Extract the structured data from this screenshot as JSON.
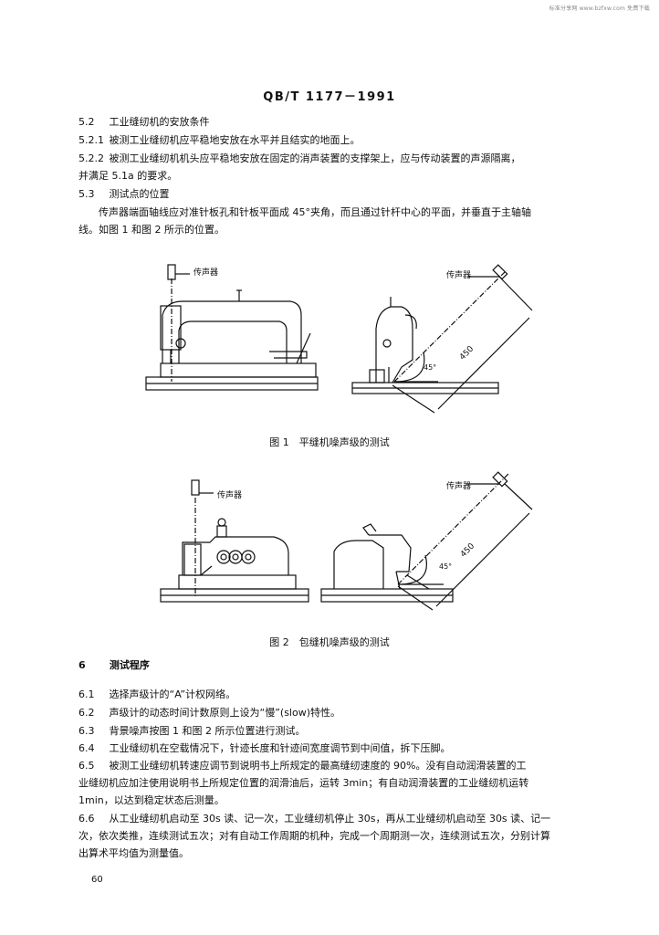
{
  "watermark": "标准分享网 www.bzfxw.com 免费下载",
  "header": "QB/T 1177－1991",
  "paragraphs": {
    "p52": {
      "num": "5.2",
      "text": "工业缝纫机的安放条件"
    },
    "p521": {
      "num": "5.2.1",
      "text": "被测工业缝纫机应平稳地安放在水平并且结实的地面上。"
    },
    "p522a": {
      "num": "5.2.2",
      "text": "被测工业缝纫机机头应平稳地安放在固定的消声装置的支撑架上，应与传动装置的声源隔离，"
    },
    "p522b": "并满足 5.1a 的要求。",
    "p53": {
      "num": "5.3",
      "text": "测试点的位置"
    },
    "p53body1": "传声器端面轴线应对准针板孔和针板平面成 45°夹角，而且通过针杆中心的平面，并垂直于主轴轴",
    "p53body2": "线。如图 1 和图 2 所示的位置。",
    "s6": {
      "num": "6",
      "text": "测试程序"
    },
    "p61": {
      "num": "6.1",
      "text": "选择声级计的“A”计权网络。"
    },
    "p62": {
      "num": "6.2",
      "text": "声级计的动态时间计数原则上设为“慢”(slow)特性。"
    },
    "p63": {
      "num": "6.3",
      "text": "背景噪声按图 1 和图 2 所示位置进行测试。"
    },
    "p64": {
      "num": "6.4",
      "text": "工业缝纫机在空载情况下，针迹长度和针迹间宽度调节到中间值，拆下压脚。"
    },
    "p65a": {
      "num": "6.5",
      "text": "被测工业缝纫机转速应调节到说明书上所规定的最高缝纫速度的 90%。没有自动润滑装置的工"
    },
    "p65b": "业缝纫机应加注使用说明书上所规定位置的润滑油后，运转 3min；有自动润滑装置的工业缝纫机运转",
    "p65c": "1min，以达到稳定状态后测量。",
    "p66a": {
      "num": "6.6",
      "text": "从工业缝纫机启动至 30s 读、记一次，工业缝纫机停止 30s，再从工业缝纫机启动至 30s 读、记一"
    },
    "p66b": "次，依次类推，连续测试五次；对有自动工作周期的机种，完成一个周期测一次，连续测试五次，分别计算",
    "p66c": "出算术平均值为测量值。"
  },
  "figure1": {
    "caption": "图 1　平缝机噪声级的测试",
    "mic_label_left": "传声器",
    "mic_label_right": "传声器",
    "distance": "450",
    "angle": "45°"
  },
  "figure2": {
    "caption": "图 2　包缝机噪声级的测试",
    "mic_label_left": "传声器",
    "mic_label_right": "传声器",
    "distance": "450",
    "angle": "45°"
  },
  "page_number": "60"
}
